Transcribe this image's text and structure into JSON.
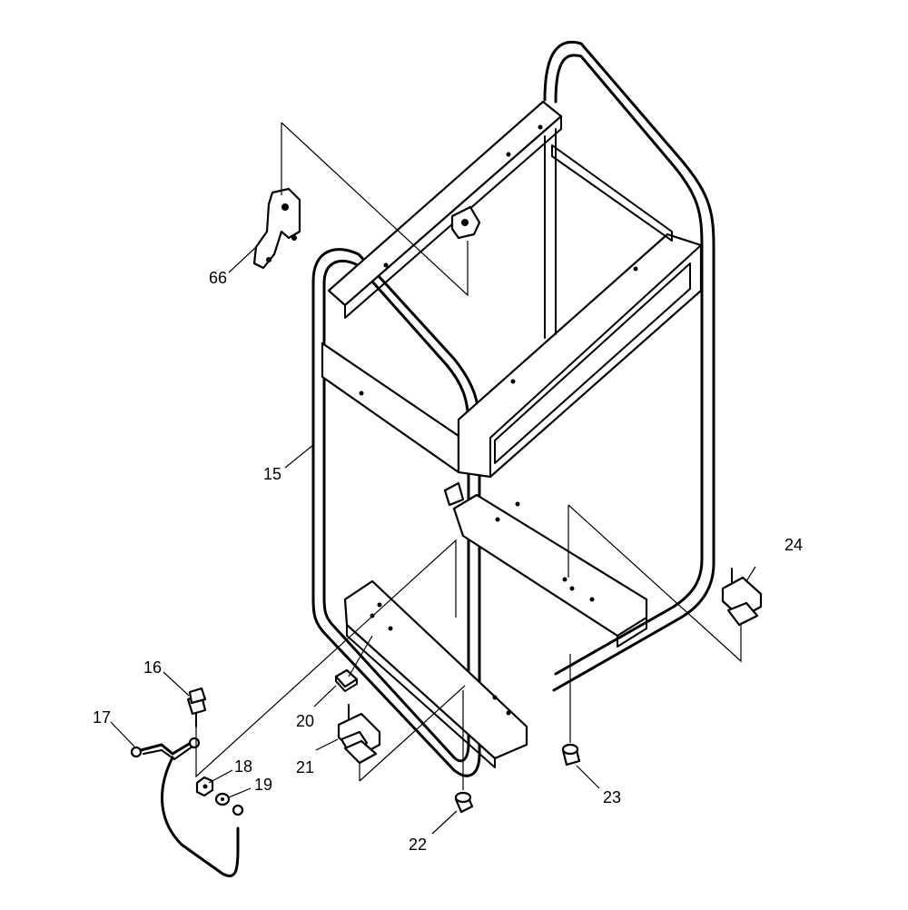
{
  "callouts": {
    "c15": "15",
    "c16": "16",
    "c17": "17",
    "c18": "18",
    "c19": "19",
    "c20": "20",
    "c21": "21",
    "c22": "22",
    "c23": "23",
    "c24": "24",
    "c66": "66"
  }
}
